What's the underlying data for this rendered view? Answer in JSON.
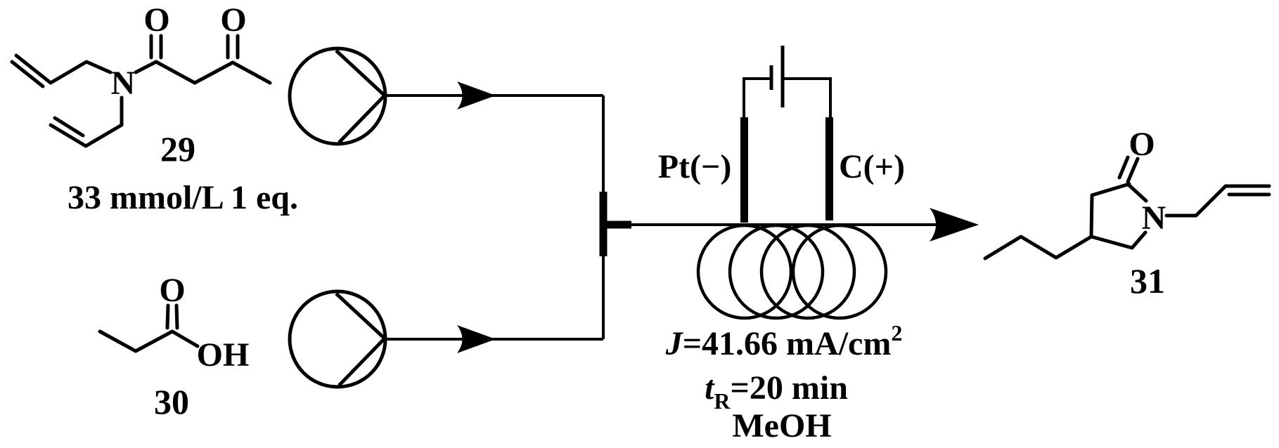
{
  "colors": {
    "ink": "#000000",
    "background": "#ffffff"
  },
  "reactant29": {
    "o1": "O",
    "o2": "O",
    "n": "N",
    "number": "29",
    "loading": "33 mmol/L 1 eq."
  },
  "reactant30": {
    "o": "O",
    "oh": "OH",
    "number": "30"
  },
  "cell": {
    "cathode": "Pt(−)",
    "anode": "C(+)"
  },
  "conditions": {
    "current_var": "J",
    "current_rest": "=41.66 mA/cm",
    "current_sup": "2",
    "time_var": "t",
    "time_sub": "R",
    "time_rest": "=20 min",
    "solvent": "MeOH"
  },
  "product31": {
    "o": "O",
    "n": "N",
    "number": "31"
  }
}
